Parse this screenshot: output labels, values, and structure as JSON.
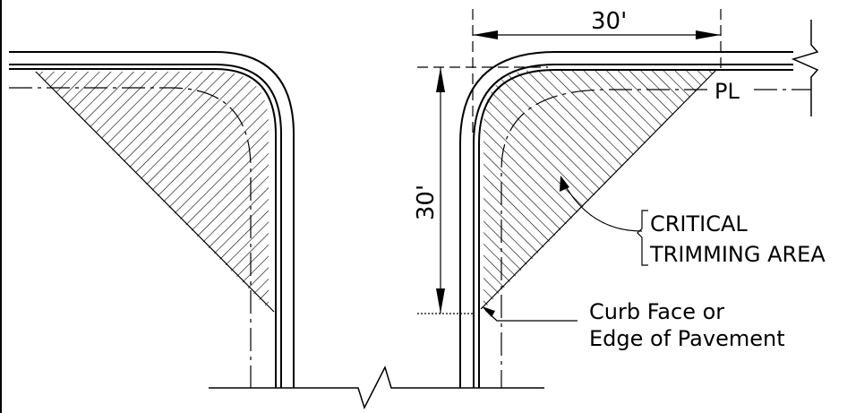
{
  "labels": {
    "dim_horizontal": "30'",
    "dim_vertical": "30'",
    "property_line": "PL",
    "critical_line1": "CRITICAL",
    "critical_line2": "TRIMMING AREA",
    "curb_line1": "Curb Face or",
    "curb_line2": "Edge of Pavement"
  },
  "colors": {
    "line": "#000000",
    "background": "#ffffff"
  }
}
